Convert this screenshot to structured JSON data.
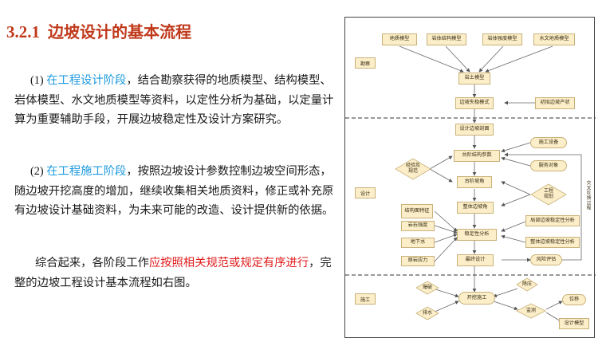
{
  "title": {
    "number": "3.2.1",
    "text": "边坡设计的基本流程"
  },
  "paragraphs": {
    "p1": {
      "lead": "(1) ",
      "highlight": "在工程设计阶段",
      "rest": "，结合勘察获得的地质模型、结构模型、岩体模型、水文地质模型等资料，以定性分析为基础，以定量计算为重要辅助手段，开展边坡稳定性及设计方案研究。"
    },
    "p2": {
      "lead": "(2) ",
      "highlight": "在工程施工阶段",
      "rest": "，按照边坡设计参数控制边坡空间形态，随边坡开挖高度的增加，继续收集相关地质资料，修正或补充原有边坡设计基础资料，为未来可能的改造、设计提供新的依据。"
    },
    "p3": {
      "before": "综合起来，各阶段工作",
      "red": "应按照相关规范或规定有序进行",
      "after": "，完整的边坡工程设计基本流程如右图。"
    }
  },
  "flowchart": {
    "stages": {
      "survey": "勘察",
      "design": "设计",
      "construction": "施工"
    },
    "models": {
      "geology": "地质模型",
      "rock_structure": "岩体结构模型",
      "rock_strength": "岩体强度模型",
      "hydro": "水文地质模型"
    },
    "nodes": {
      "rock_soil": "岩土模型",
      "failure_mode": "边坡失稳模式",
      "initial_shape": "初拟边坡产状",
      "profile": "设计边坡剖面",
      "bench_params": "台阶结构参数",
      "bench_angle": "台阶坡角",
      "overall_angle": "整体边坡角",
      "stability": "稳定性分析",
      "final_design": "最终设计",
      "construction_equipment": "施工设备",
      "service_object": "服务对象",
      "local_stability": "局部边坡稳定性分析",
      "overall_stability": "整体边坡稳定性分析",
      "risk": "风险评估",
      "structural_plane": "结构面特征",
      "rock_strength_param": "岩石强度",
      "groundwater": "地下水",
      "in_situ_stress": "原岩应力",
      "excavation": "开挖施工",
      "location": "位移",
      "design_model": "设计模型"
    },
    "diamonds": {
      "experience": [
        "经验及",
        "规范"
      ],
      "engineering": [
        "工程",
        "规划"
      ],
      "blasting": "爆破",
      "drainage": "排水",
      "unloading": "降压",
      "monitoring": "监测"
    },
    "side_label": "交叉反馈过程"
  }
}
